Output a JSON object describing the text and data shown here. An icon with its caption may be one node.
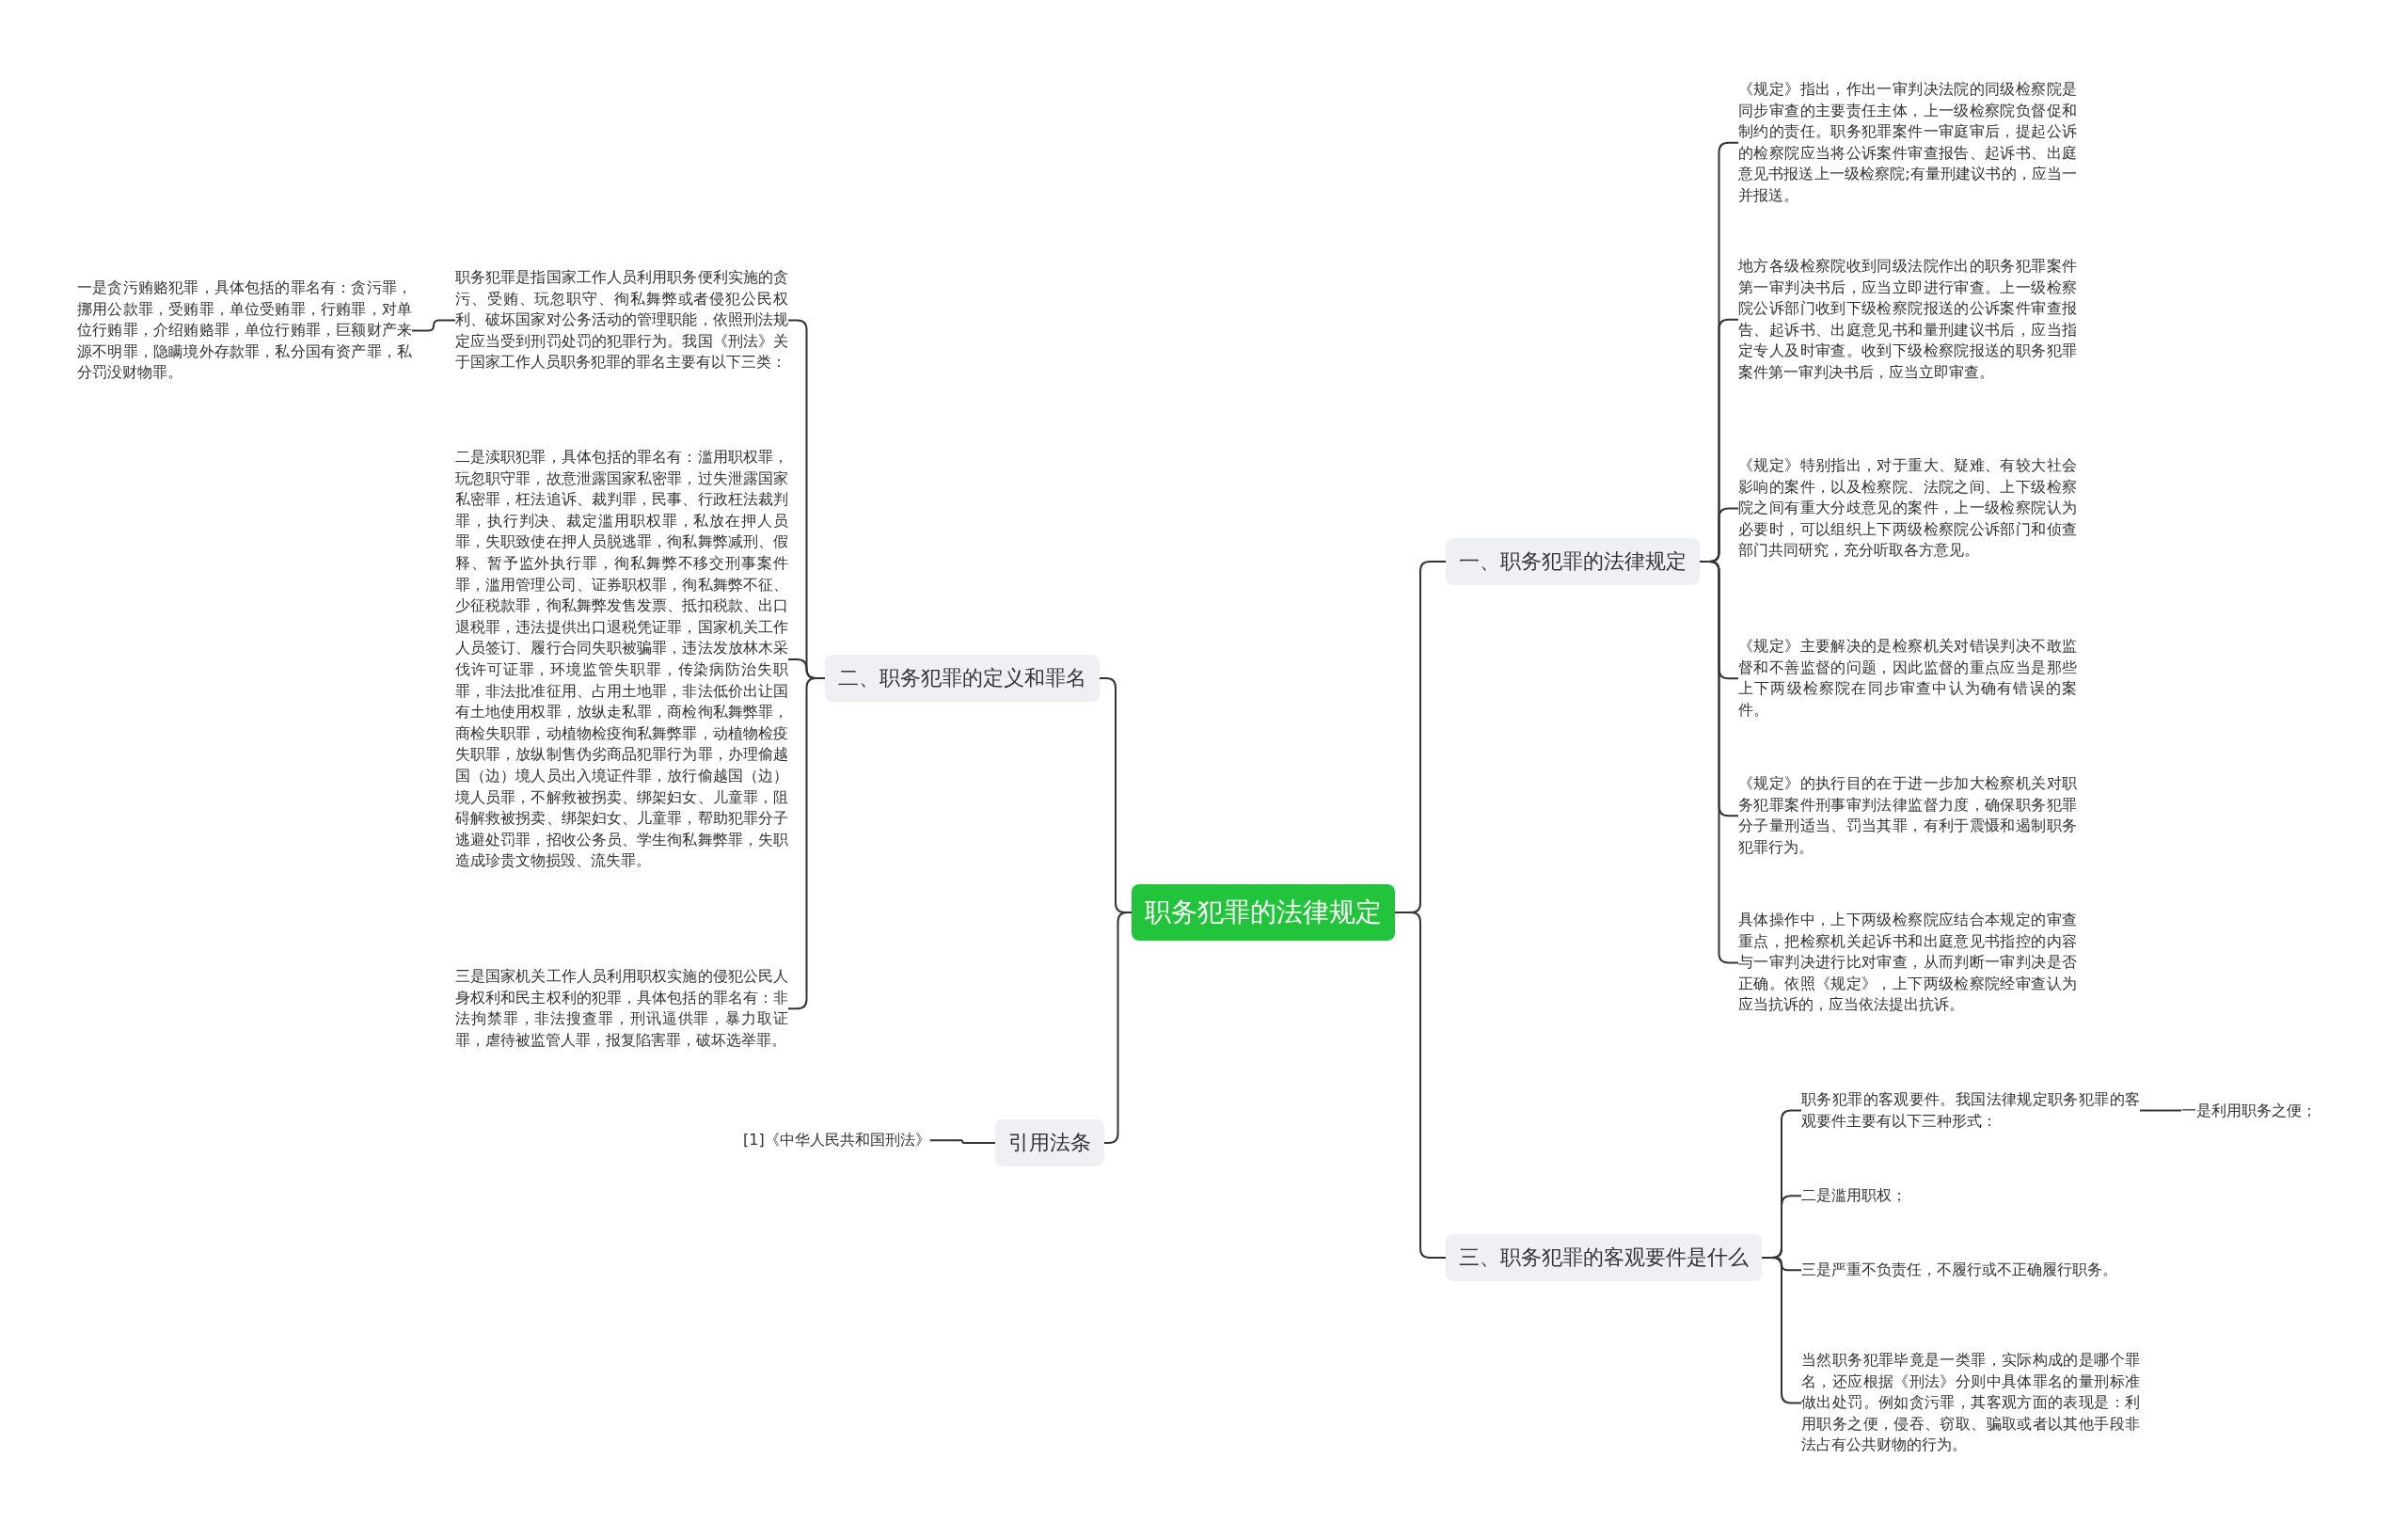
{
  "diagram": {
    "nodes": [
      {
        "text": [
          "职务犯罪的法律规定"
        ]
      },
      {
        "text": [
          "一、职务犯罪的法律规定"
        ]
      },
      {
        "text": [
          "《规定》指出，作出一审判决法院的同级检察院是同步审查的主要责任主体，上一级检察院负督促和制约的责任。职务犯罪案件一审庭审后，提起公诉的检察院应当将公诉案件审查报告、起诉书、出庭意见书报送上一级检察院;有量刑建议书的，应当一并报送。"
        ]
      },
      {
        "text": [
          "地方各级检察院收到同级法院作出的职务犯罪案件第一审判决书后，应当立即进行审查。上一级检察院公诉部门收到下级检察院报送的公诉案件审查报告、起诉书、出庭意见书和量刑建议书后，应当指定专人及时审查。收到下级检察院报送的职务犯罪案件第一审判决书后，应当立即审查。"
        ]
      },
      {
        "text": [
          "《规定》特别指出，对于重大、疑难、有较大社会影响的案件，以及检察院、法院之间、上下级检察院之间有重大分歧意见的案件，上一级检察院认为必要时，可以组织上下两级检察院公诉部门和侦查部门共同研究，充分听取各方意见。"
        ]
      },
      {
        "text": [
          "《规定》主要解决的是检察机关对错误判决不敢监督和不善监督的问题，因此监督的重点应当是那些上下两级检察院在同步审查中认为确有错误的案件。"
        ]
      },
      {
        "text": [
          "《规定》的执行目的在于进一步加大检察机关对职务犯罪案件刑事审判法律监督力度，确保职务犯罪分子量刑适当、罚当其罪，有利于震慑和遏制职务犯罪行为。"
        ]
      },
      {
        "text": [
          "具体操作中，上下两级检察院应结合本规定的审查重点，把检察机关起诉书和出庭意见书指控的内容与一审判决进行比对审查，从而判断一审判决是否正确。依照《规定》，上下两级检察院经审查认为应当抗诉的，应当依法提出抗诉。"
        ]
      },
      {
        "text": [
          "二、职务犯罪的定义和罪名"
        ]
      },
      {
        "text": [
          "职务犯罪是指国家工作人员利用职务便利实施的贪污、受贿、玩忽职守、徇私舞弊或者侵犯公民权利、破坏国家对公务活动的管理职能，依照刑法规定应当受到刑罚处罚的犯罪行为。我国《刑法》关于国家工作人员职务犯罪的罪名主要有以下三类："
        ]
      },
      {
        "text": [
          "一是贪污贿赂犯罪，具体包括的罪名有：贪污罪，挪用公款罪，受贿罪，单位受贿罪，行贿罪，对单位行贿罪，介绍贿赂罪，单位行贿罪，巨额财产来源不明罪，隐瞒境外存款罪，私分国有资产罪，私分罚没财物罪。"
        ]
      },
      {
        "text": [
          "二是渎职犯罪，具体包括的罪名有：滥用职权罪，玩忽职守罪，故意泄露国家私密罪，过失泄露国家私密罪，枉法追诉、裁判罪，民事、行政枉法裁判罪，执行判决、裁定滥用职权罪，私放在押人员罪，失职致使在押人员脱逃罪，徇私舞弊减刑、假释、暂予监外执行罪，徇私舞弊不移交刑事案件罪，滥用管理公司、证券职权罪，徇私舞弊不征、少征税款罪，徇私舞弊发售发票、抵扣税款、出口退税罪，违法提供出口退税凭证罪，国家机关工作人员签订、履行合同失职被骗罪，违法发放林木采伐许可证罪，环境监管失职罪，传染病防治失职罪，非法批准征用、占用土地罪，非法低价出让国有土地使用权罪，放纵走私罪，商检徇私舞弊罪，商检失职罪，动植物检疫徇私舞弊罪，动植物检疫失职罪，放纵制售伪劣商品犯罪行为罪，办理偷越国（边）境人员出入境证件罪，放行偷越国（边）境人员罪，不解救被拐卖、绑架妇女、儿童罪，阻碍解救被拐卖、绑架妇女、儿童罪，帮助犯罪分子逃避处罚罪，招收公务员、学生徇私舞弊罪，失职造成珍贵文物损毁、流失罪。"
        ]
      },
      {
        "text": [
          "三是国家机关工作人员利用职权实施的侵犯公民人身权利和民主权利的犯罪，具体包括的罪名有：非法拘禁罪，非法搜查罪，刑讯逼供罪，暴力取证罪，虐待被监管人罪，报复陷害罪，破坏选举罪。"
        ]
      },
      {
        "text": [
          "引用法条"
        ]
      },
      {
        "text": [
          "[1]《中华人民共和国刑法》"
        ]
      },
      {
        "text": [
          "三、职务犯罪的客观要件是什么"
        ]
      },
      {
        "text": [
          "职务犯罪的客观要件。我国法律规定职务犯罪的客观要件主要有以下三种形式："
        ]
      },
      {
        "text": [
          "一是利用职务之便；"
        ]
      },
      {
        "text": [
          "二是滥用职权；"
        ]
      },
      {
        "text": [
          "三是严重不负责任，不履行或不正确履行职务。"
        ]
      },
      {
        "text": [
          "当然职务犯罪毕竟是一类罪，实际构成的是哪个罪名，还应根据《刑法》分则中具体罪名的量刑标准做出处罚。例如贪污罪，其客观方面的表现是：利用职务之便，侵吞、窃取、骗取或者以其他手段非法占有公共财物的行为。"
        ]
      }
    ],
    "edges": [
      {
        "from": 0,
        "to": 1,
        "arrow": "none"
      },
      {
        "from": 1,
        "to": 2,
        "arrow": "none"
      },
      {
        "from": 1,
        "to": 3,
        "arrow": "none"
      },
      {
        "from": 1,
        "to": 4,
        "arrow": "none"
      },
      {
        "from": 1,
        "to": 5,
        "arrow": "none"
      },
      {
        "from": 1,
        "to": 6,
        "arrow": "none"
      },
      {
        "from": 1,
        "to": 7,
        "arrow": "none"
      },
      {
        "from": 0,
        "to": 8,
        "arrow": "none"
      },
      {
        "from": 8,
        "to": 9,
        "arrow": "none"
      },
      {
        "from": 9,
        "to": 10,
        "arrow": "none"
      },
      {
        "from": 8,
        "to": 11,
        "arrow": "none"
      },
      {
        "from": 8,
        "to": 12,
        "arrow": "none"
      },
      {
        "from": 0,
        "to": 13,
        "arrow": "none"
      },
      {
        "from": 13,
        "to": 14,
        "arrow": "none"
      },
      {
        "from": 0,
        "to": 15,
        "arrow": "none"
      },
      {
        "from": 15,
        "to": 16,
        "arrow": "none"
      },
      {
        "from": 16,
        "to": 17,
        "arrow": "none"
      },
      {
        "from": 15,
        "to": 18,
        "arrow": "none"
      },
      {
        "from": 15,
        "to": 19,
        "arrow": "none"
      },
      {
        "from": 15,
        "to": 20,
        "arrow": "none"
      }
    ]
  }
}
